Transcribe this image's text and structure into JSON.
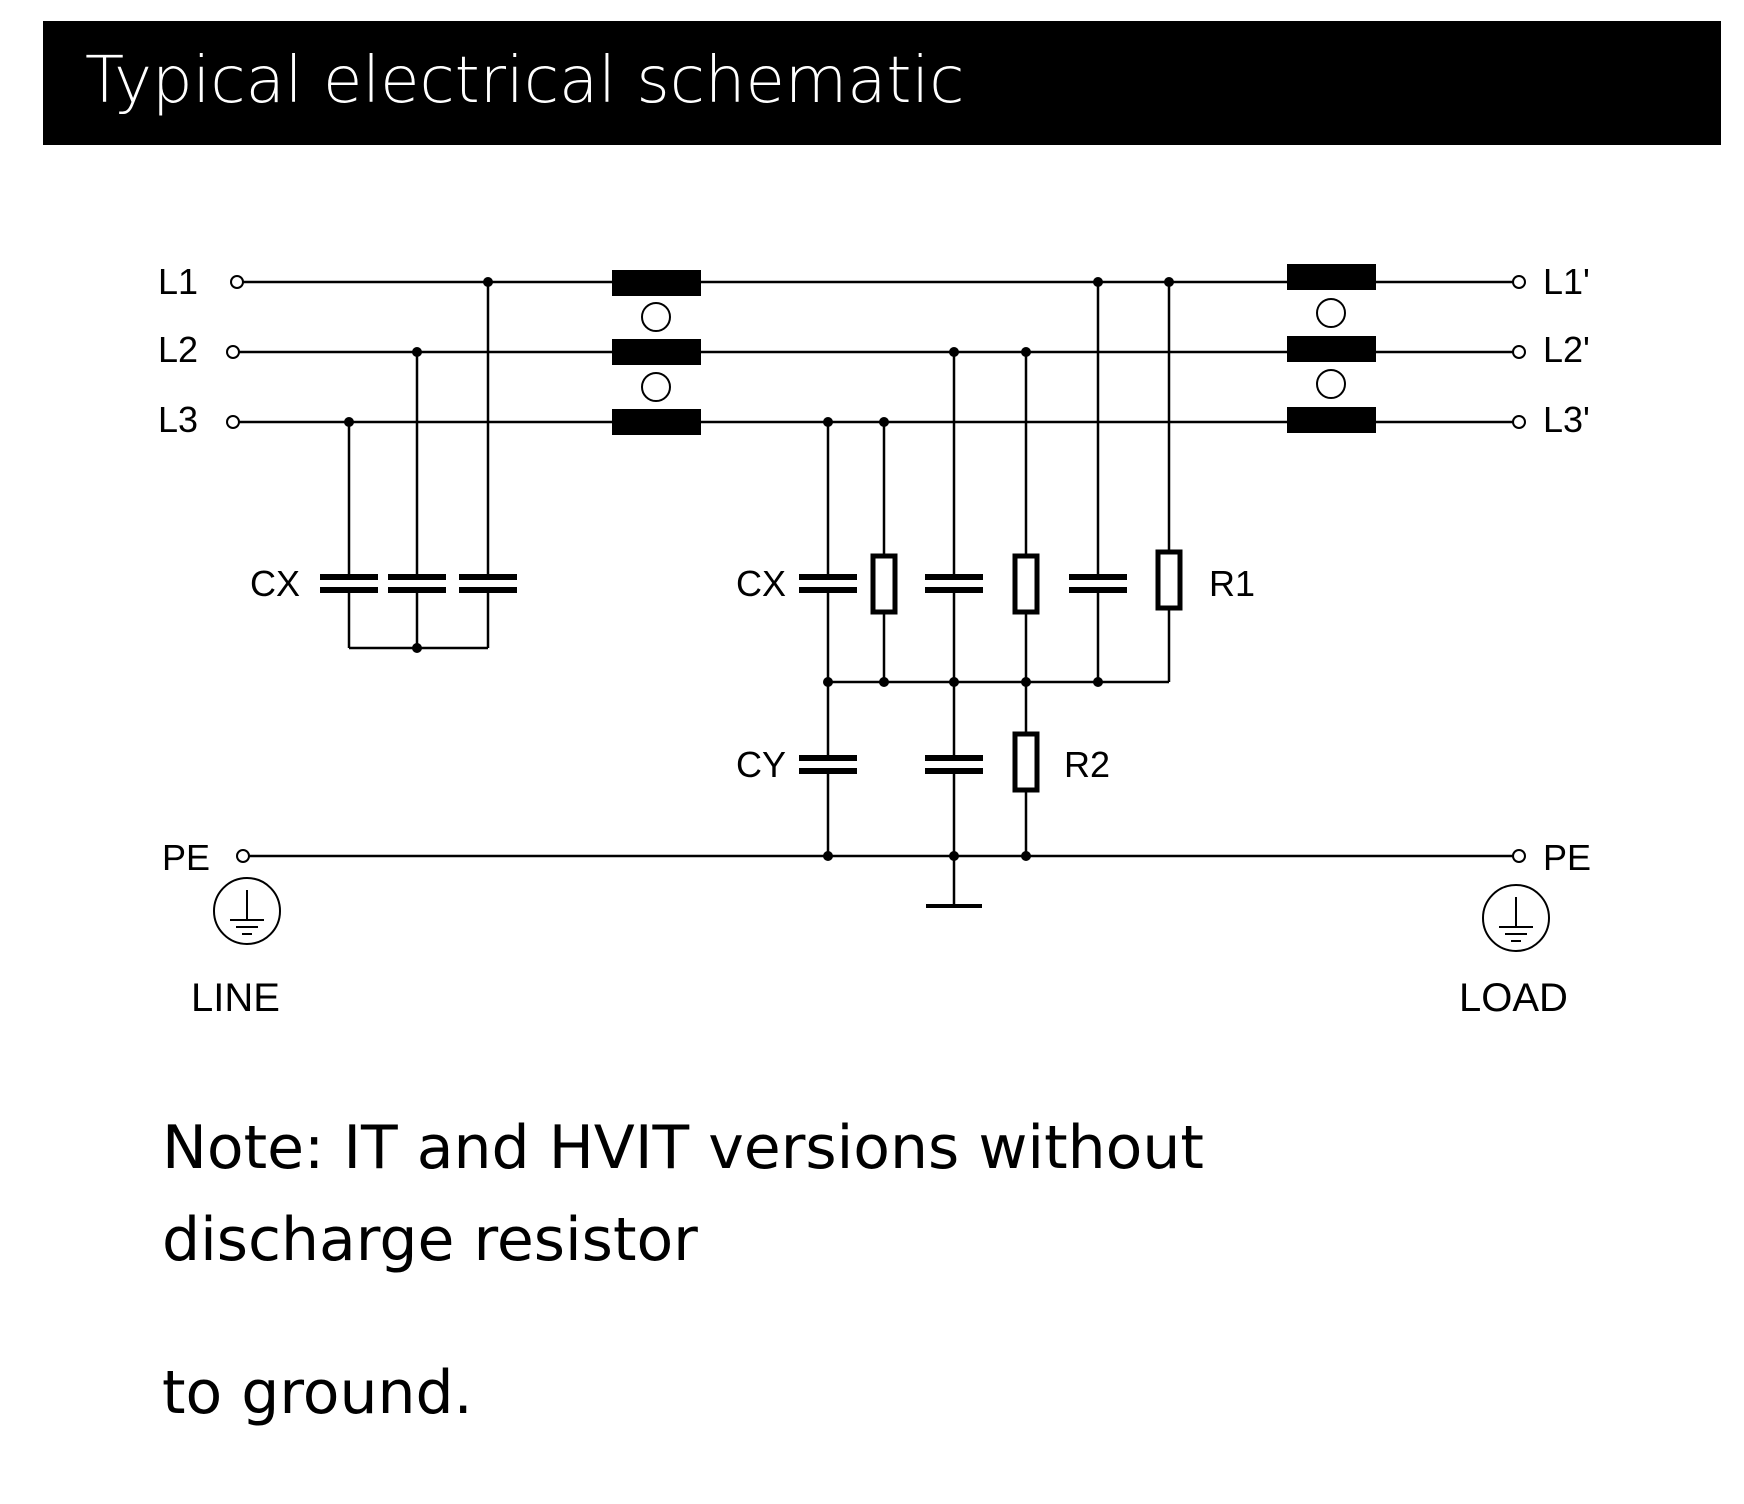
{
  "header": {
    "title": "Typical electrical schematic"
  },
  "schematic": {
    "line_labels_in": [
      "L1",
      "L2",
      "L3",
      "PE"
    ],
    "line_labels_out": [
      "L1'",
      "L2'",
      "L3'",
      "PE"
    ],
    "component_labels": {
      "cx_left": "CX",
      "cx_right": "CX",
      "cy": "CY",
      "r1": "R1",
      "r2": "R2"
    },
    "side_labels": {
      "line": "LINE",
      "load": "LOAD"
    }
  },
  "note": {
    "line1": "Note: IT and HVIT versions without",
    "line2": "discharge resistor",
    "line3": "to ground."
  }
}
